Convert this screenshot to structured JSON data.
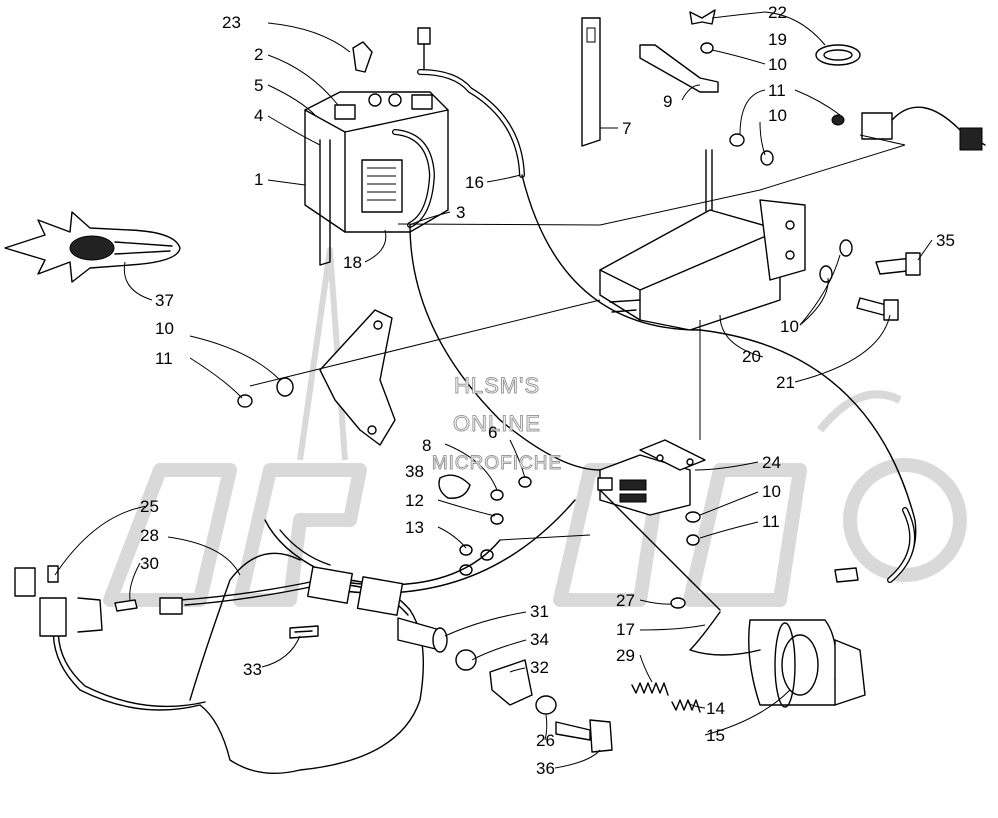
{
  "watermark": {
    "lines": [
      "HLSM'S",
      "ONLINE",
      "MICROFICHE"
    ]
  },
  "callouts": [
    {
      "id": "c1",
      "text": "1"
    },
    {
      "id": "c2",
      "text": "2"
    },
    {
      "id": "c3",
      "text": "3"
    },
    {
      "id": "c4",
      "text": "4"
    },
    {
      "id": "c5",
      "text": "5"
    },
    {
      "id": "c6",
      "text": "6"
    },
    {
      "id": "c7",
      "text": "7"
    },
    {
      "id": "c8",
      "text": "8"
    },
    {
      "id": "c9",
      "text": "9"
    },
    {
      "id": "c10a",
      "text": "10"
    },
    {
      "id": "c10b",
      "text": "10"
    },
    {
      "id": "c10c",
      "text": "10"
    },
    {
      "id": "c10d",
      "text": "10"
    },
    {
      "id": "c10e",
      "text": "10"
    },
    {
      "id": "c11a",
      "text": "11"
    },
    {
      "id": "c11b",
      "text": "11"
    },
    {
      "id": "c11c",
      "text": "11"
    },
    {
      "id": "c12",
      "text": "12"
    },
    {
      "id": "c13",
      "text": "13"
    },
    {
      "id": "c14",
      "text": "14"
    },
    {
      "id": "c15",
      "text": "15"
    },
    {
      "id": "c16",
      "text": "16"
    },
    {
      "id": "c17",
      "text": "17"
    },
    {
      "id": "c18",
      "text": "18"
    },
    {
      "id": "c19",
      "text": "19"
    },
    {
      "id": "c20",
      "text": "20"
    },
    {
      "id": "c21",
      "text": "21"
    },
    {
      "id": "c22",
      "text": "22"
    },
    {
      "id": "c23",
      "text": "23"
    },
    {
      "id": "c24",
      "text": "24"
    },
    {
      "id": "c25",
      "text": "25"
    },
    {
      "id": "c26",
      "text": "26"
    },
    {
      "id": "c27",
      "text": "27"
    },
    {
      "id": "c28",
      "text": "28"
    },
    {
      "id": "c29",
      "text": "29"
    },
    {
      "id": "c30",
      "text": "30"
    },
    {
      "id": "c31",
      "text": "31"
    },
    {
      "id": "c32",
      "text": "32"
    },
    {
      "id": "c33",
      "text": "33"
    },
    {
      "id": "c34",
      "text": "34"
    },
    {
      "id": "c35",
      "text": "35"
    },
    {
      "id": "c36",
      "text": "36"
    },
    {
      "id": "c37",
      "text": "37"
    },
    {
      "id": "c38",
      "text": "38"
    }
  ]
}
